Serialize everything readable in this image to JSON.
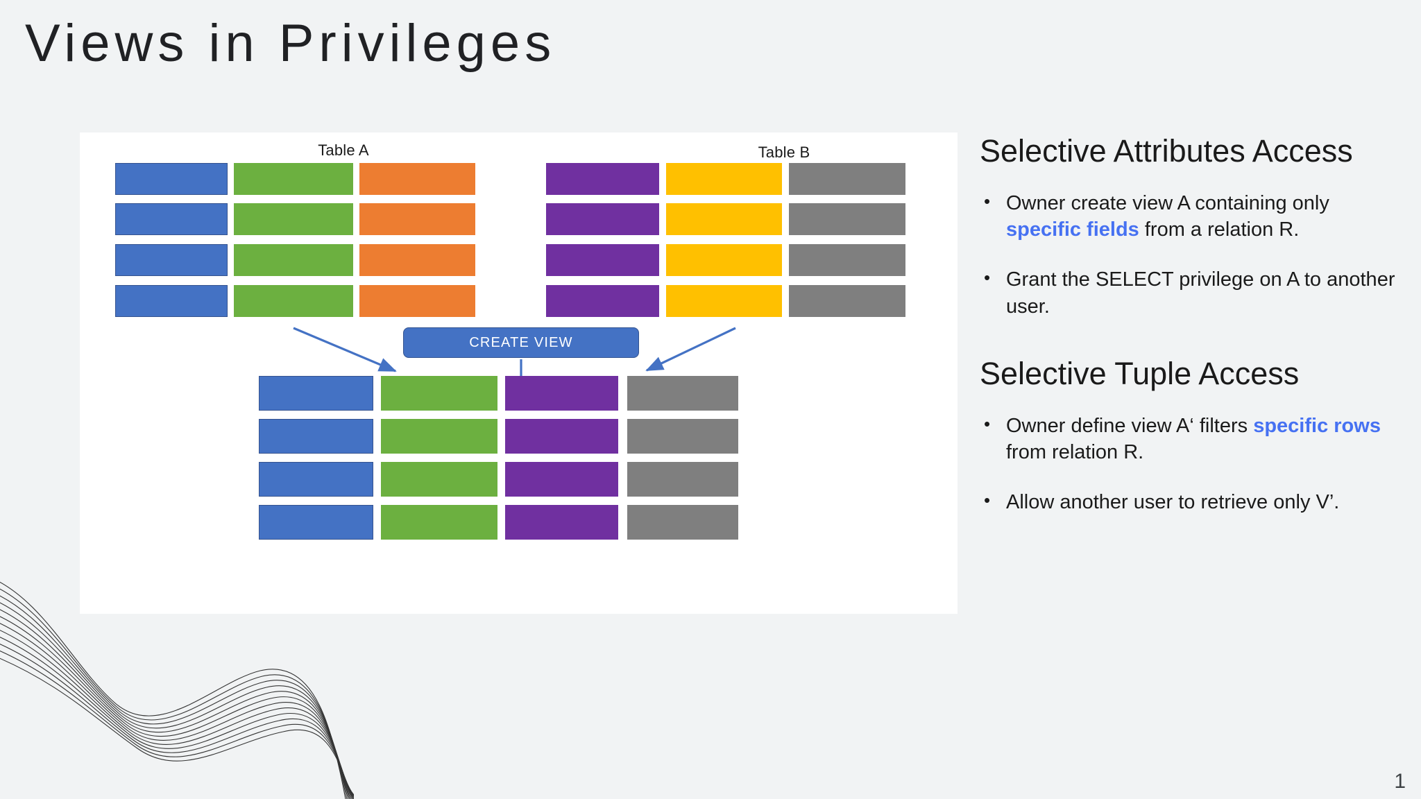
{
  "slide": {
    "title": "Views in Privileges",
    "page_number": "1",
    "background_color": "#f1f3f4"
  },
  "diagram": {
    "panel_background": "#ffffff",
    "source_tables": [
      {
        "caption": "Table A",
        "columns": [
          {
            "color_name": "blue",
            "color": "#4472c4",
            "rows": 4
          },
          {
            "color_name": "green",
            "color": "#6cb040",
            "rows": 4
          },
          {
            "color_name": "orange",
            "color": "#ed7d31",
            "rows": 4
          }
        ]
      },
      {
        "caption": "Table B",
        "columns": [
          {
            "color_name": "purple",
            "color": "#7030a0",
            "rows": 4
          },
          {
            "color_name": "yellow",
            "color": "#ffc000",
            "rows": 4
          },
          {
            "color_name": "gray",
            "color": "#7f7f7f",
            "rows": 4
          }
        ]
      }
    ],
    "operation_node": {
      "label": "CREATE VIEW",
      "fill": "#4472c4",
      "text_color": "#ffffff"
    },
    "arrows": {
      "color": "#4472c4",
      "from_table_a": "down-right into CREATE VIEW",
      "from_table_b": "down-left into CREATE VIEW",
      "to_result": "down into result view"
    },
    "result_view": {
      "columns": [
        {
          "color_name": "blue",
          "color": "#4472c4",
          "rows": 4
        },
        {
          "color_name": "green",
          "color": "#6cb040",
          "rows": 4
        },
        {
          "color_name": "purple",
          "color": "#7030a0",
          "rows": 4
        },
        {
          "color_name": "gray",
          "color": "#7f7f7f",
          "rows": 4
        }
      ]
    }
  },
  "content": {
    "accent_color": "#4671f2",
    "sections": [
      {
        "heading": "Selective Attributes Access",
        "bullets": [
          {
            "parts": [
              {
                "text": "Owner create view A containing only ",
                "highlight": false
              },
              {
                "text": "specific fields",
                "highlight": true
              },
              {
                "text": " from a relation R.",
                "highlight": false
              }
            ]
          },
          {
            "parts": [
              {
                "text": "Grant the SELECT privilege on A to another user.",
                "highlight": false
              }
            ]
          }
        ]
      },
      {
        "heading": "Selective Tuple Access",
        "bullets": [
          {
            "parts": [
              {
                "text": "Owner define view A‘ filters ",
                "highlight": false
              },
              {
                "text": "specific rows",
                "highlight": true
              },
              {
                "text": " from relation R.",
                "highlight": false
              }
            ]
          },
          {
            "parts": [
              {
                "text": "Allow another user to retrieve only V’.",
                "highlight": false
              }
            ]
          }
        ]
      }
    ]
  }
}
